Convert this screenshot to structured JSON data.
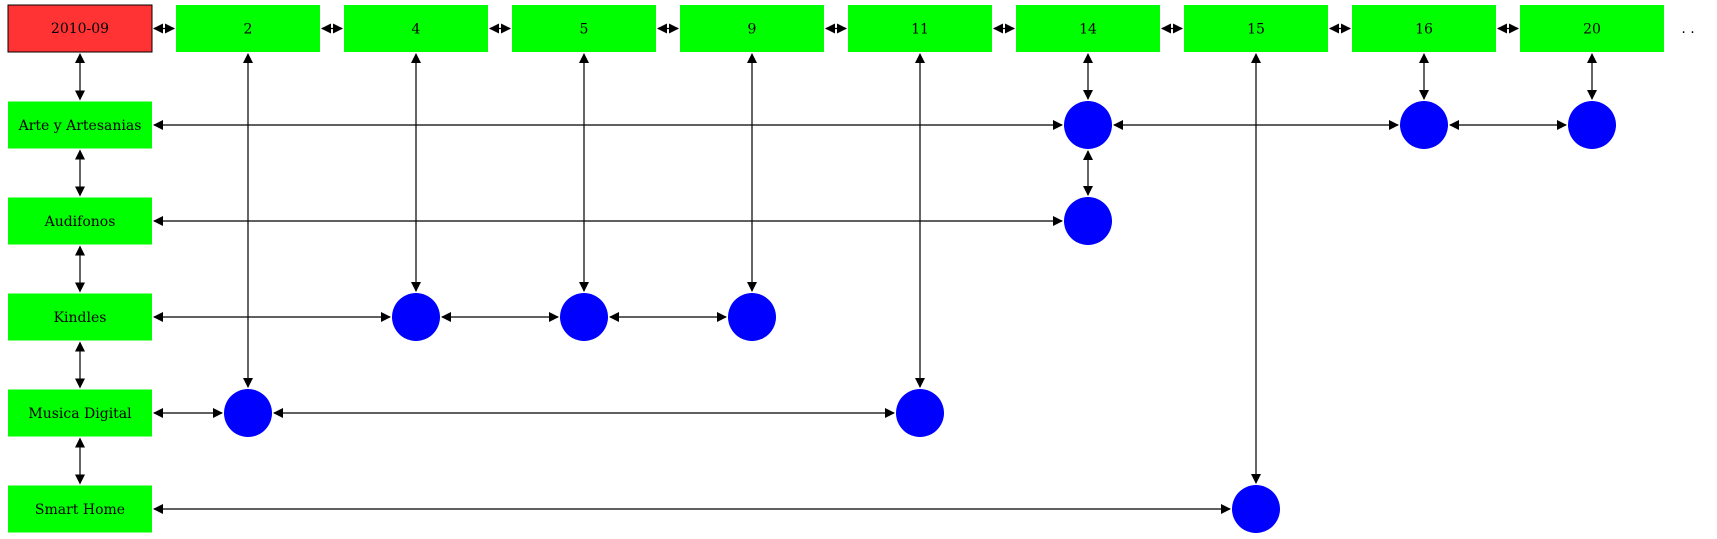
{
  "header": {
    "title": "2010-09",
    "title_fill": "#ff3333",
    "ellipsis": ". ."
  },
  "columns": [
    "2",
    "4",
    "5",
    "9",
    "11",
    "14",
    "15",
    "16",
    "20"
  ],
  "rows": [
    "Arte y Artesanias",
    "Audifonos",
    "Kindles",
    "Musica Digital",
    "Smart Home"
  ],
  "colors": {
    "box": "#00ff00",
    "dot": "#0000ff",
    "edge": "#000000"
  },
  "links": [
    {
      "row": "Arte y Artesanias",
      "columns": [
        "14",
        "16",
        "20"
      ]
    },
    {
      "row": "Audifonos",
      "columns": [
        "14"
      ]
    },
    {
      "row": "Kindles",
      "columns": [
        "4",
        "5",
        "9"
      ]
    },
    {
      "row": "Musica Digital",
      "columns": [
        "2",
        "11"
      ]
    },
    {
      "row": "Smart Home",
      "columns": [
        "15"
      ]
    }
  ]
}
